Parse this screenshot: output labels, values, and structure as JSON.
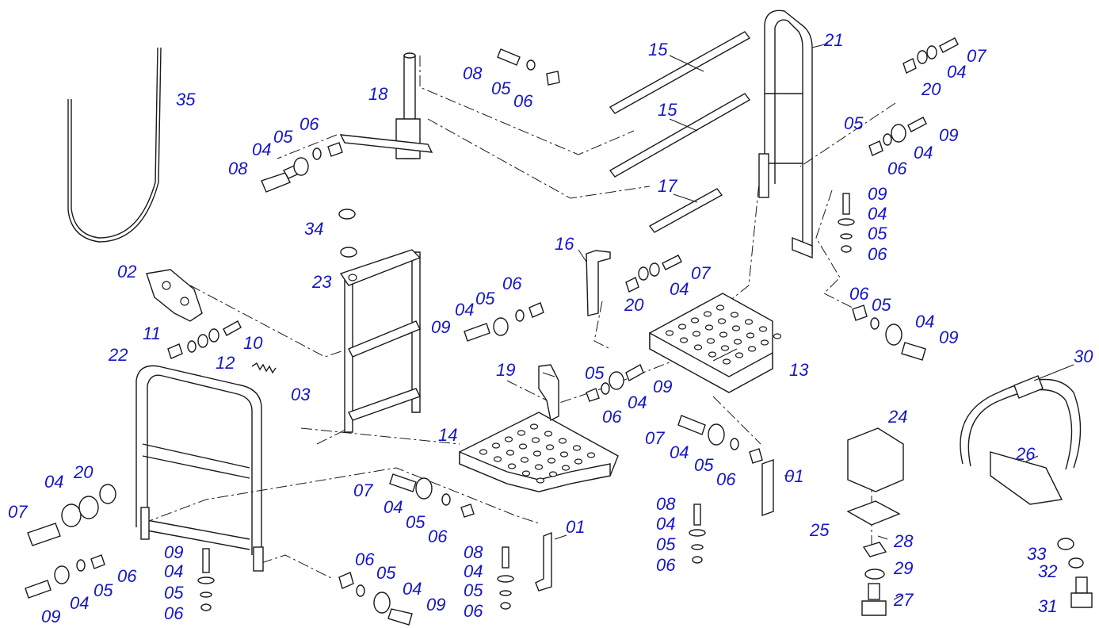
{
  "labels": [
    "01",
    "02",
    "03",
    "04",
    "05",
    "06",
    "07",
    "08",
    "09",
    "10",
    "11",
    "12",
    "13",
    "14",
    "15",
    "16",
    "17",
    "18",
    "19",
    "20",
    "21",
    "22",
    "23",
    "24",
    "25",
    "26",
    "27",
    "28",
    "29",
    "30",
    "31",
    "32",
    "33",
    "34",
    "35"
  ],
  "colors": {
    "label": "#1616c8",
    "line": "#1a1a1a",
    "background": "#ffffff"
  }
}
